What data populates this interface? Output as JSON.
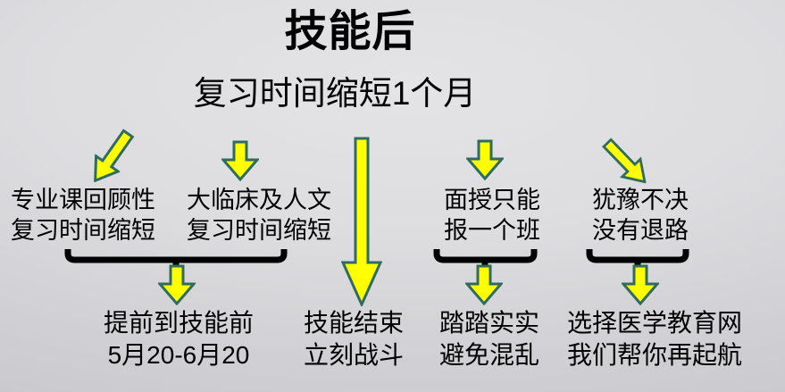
{
  "slide": {
    "title": "技能后",
    "subtitle": "复习时间缩短1个月"
  },
  "colors": {
    "arrow_fill": "#ffff00",
    "arrow_stroke": "#2f6b5f",
    "bracket": "#000000",
    "text": "#000000",
    "background_light": "#e2e2e4",
    "background_dark": "#c7c7cc"
  },
  "arrows": {
    "top": [
      "diagonal-down-left",
      "down",
      "down-long",
      "down",
      "diagonal-down-right"
    ],
    "bottom": [
      "down",
      "down",
      "down"
    ]
  },
  "causes": [
    {
      "lines": [
        "专业课回顾性",
        "复习时间缩短"
      ]
    },
    {
      "lines": [
        "大临床及人文",
        "复习时间缩短"
      ]
    },
    {
      "lines": [
        "面授只能",
        "报一个班"
      ]
    },
    {
      "lines": [
        "犹豫不决",
        "没有退路"
      ]
    }
  ],
  "results": [
    {
      "lines": [
        "提前到技能前",
        "5月20-6月20"
      ]
    },
    {
      "lines": [
        "技能结束",
        "立刻战斗"
      ]
    },
    {
      "lines": [
        "踏踏实实",
        "避免混乱"
      ]
    },
    {
      "lines": [
        "选择医学教育网",
        "我们帮你再起航"
      ]
    }
  ]
}
